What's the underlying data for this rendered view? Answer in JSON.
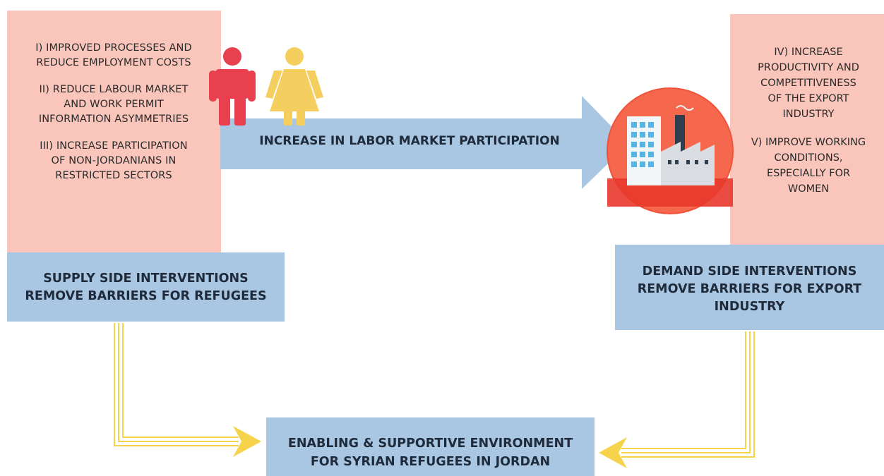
{
  "supply_side": {
    "actions": [
      {
        "text": "I) IMPROVED PROCESSES AND\nREDUCE EMPLOYMENT COSTS"
      },
      {
        "text": "II) REDUCE LABOUR MARKET\nAND WORK PERMIT\nINFORMATION ASYMMETRIES"
      },
      {
        "text": "III) INCREASE  PARTICIPATION\nOF NON-JORDANIANS IN\nRESTRICTED SECTORS"
      }
    ],
    "label": "SUPPLY SIDE INTERVENTIONS\nREMOVE BARRIERS FOR REFUGEES"
  },
  "center_arrow": {
    "label": "INCREASE IN LABOR MARKET PARTICIPATION"
  },
  "demand_side": {
    "actions": [
      {
        "text": "IV) INCREASE\nPRODUCTIVITY AND\nCOMPETITIVENESS\nOF THE EXPORT\nINDUSTRY"
      },
      {
        "text": "V) IMPROVE WORKING\nCONDITIONS,\nESPECIALLY FOR\nWOMEN"
      }
    ],
    "label": "DEMAND SIDE INTERVENTIONS\nREMOVE BARRIERS FOR EXPORT\nINDUSTRY"
  },
  "outcome": {
    "label": "ENABLING & SUPPORTIVE ENVIRONMENT\nFOR SYRIAN REFUGEES IN JORDAN"
  },
  "icons": {
    "man": "man-icon",
    "woman": "woman-icon",
    "factory": "factory-icon"
  },
  "colors": {
    "pink": "#fac6bb",
    "blue": "#a9c7e2",
    "man": "#e8404f",
    "woman": "#f4cf5f",
    "factory_circle": "#f0533a",
    "connector": "#f5d34a"
  }
}
